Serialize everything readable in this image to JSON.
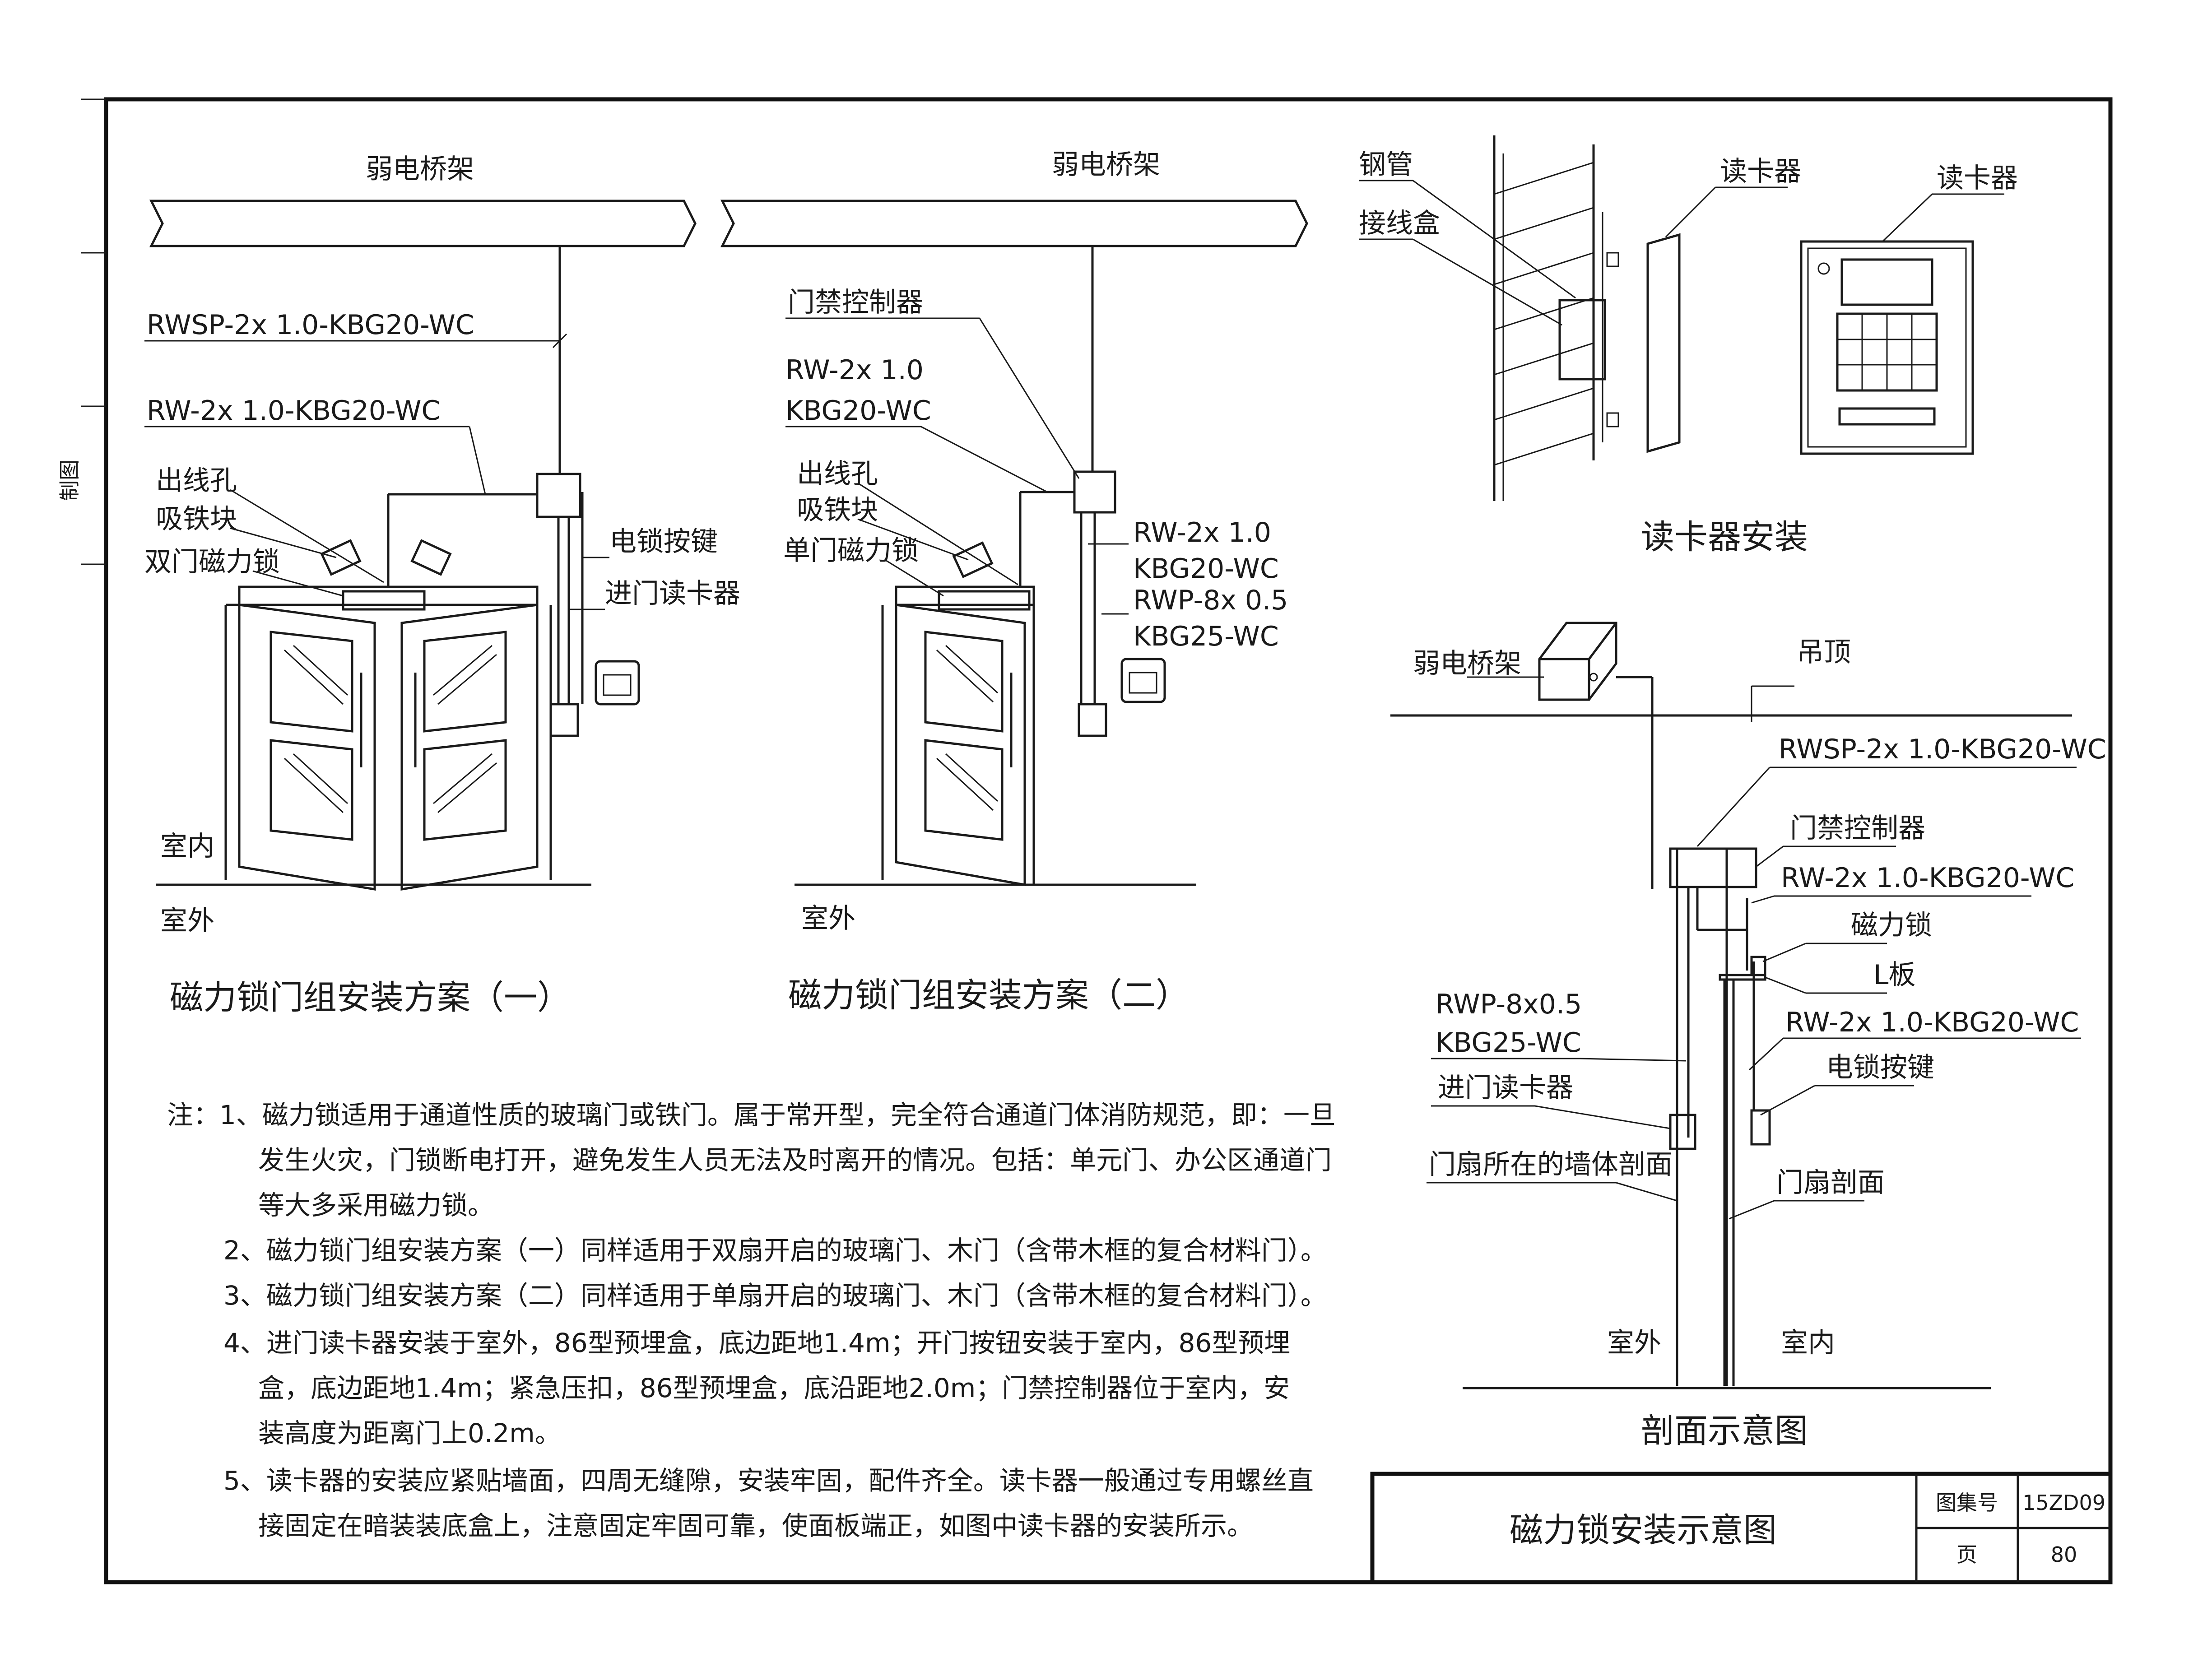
{
  "scheme1": {
    "tray": "弱电桥架",
    "cable1": "RWSP-2x 1.0-KBG20-WC",
    "cable2": "RW-2x 1.0-KBG20-WC",
    "outlet": "出线孔",
    "armature": "吸铁块",
    "double_lock": "双门磁力锁",
    "button": "电锁按键",
    "reader": "进门读卡器",
    "indoor": "室内",
    "outdoor": "室外",
    "caption": "磁力锁门组安装方案（一）"
  },
  "scheme2": {
    "tray": "弱电桥架",
    "controller": "门禁控制器",
    "cable_a1": "RW-2x 1.0",
    "cable_a2": "KBG20-WC",
    "outlet": "出线孔",
    "armature": "吸铁块",
    "single_lock": "单门磁力锁",
    "cable_b1": "RW-2x 1.0",
    "cable_b2": "KBG20-WC",
    "cable_c1": "RWP-8x 0.5",
    "cable_c2": "KBG25-WC",
    "outdoor": "室外",
    "caption": "磁力锁门组安装方案（二）"
  },
  "reader_install": {
    "steel_pipe": "钢管",
    "junction_box": "接线盒",
    "reader1": "读卡器",
    "reader2": "读卡器",
    "caption": "读卡器安装"
  },
  "section": {
    "tray": "弱电桥架",
    "ceiling": "吊顶",
    "cable1": "RWSP-2x 1.0-KBG20-WC",
    "controller": "门禁控制器",
    "cable2": "RW-2x 1.0-KBG20-WC",
    "maglock": "磁力锁",
    "lplate": "L板",
    "cable3a": "RWP-8x0.5",
    "cable3b": "KBG25-WC",
    "cable4": "RW-2x 1.0-KBG20-WC",
    "reader": "进门读卡器",
    "button": "电锁按键",
    "wall": "门扇所在的墙体剖面",
    "door": "门扇剖面",
    "outdoor": "室外",
    "indoor": "室内",
    "caption": "剖面示意图"
  },
  "notes": [
    "注：1、磁力锁适用于通道性质的玻璃门或铁门。属于常开型，完全符合通道门体消防规范，即：一旦",
    "发生火灾，门锁断电打开，避免发生人员无法及时离开的情况。包括：单元门、办公区通道门",
    "等大多采用磁力锁。",
    "2、磁力锁门组安装方案（一）同样适用于双扇开启的玻璃门、木门（含带木框的复合材料门）。",
    "3、磁力锁门组安装方案（二）同样适用于单扇开启的玻璃门、木门（含带木框的复合材料门）。",
    "4、进门读卡器安装于室外，86型预埋盒，底边距地1.4m；开门按钮安装于室内，86型预埋",
    "盒，底边距地1.4m；紧急压扣，86型预埋盒，底沿距地2.0m；门禁控制器位于室内，安",
    "装高度为距离门上0.2m。",
    "5、读卡器的安装应紧贴墙面，四周无缝隙，安装牢固，配件齐全。读卡器一般通过专用螺丝直",
    "接固定在暗装装底盒上，注意固定牢固可靠，使面板端正，如图中读卡器的安装所示。"
  ],
  "titleblock": {
    "title": "磁力锁安装示意图",
    "atlas_label": "图集号",
    "atlas_value": "15ZD09",
    "page_label": "页",
    "page_value": "80"
  },
  "margin_label": "制图"
}
